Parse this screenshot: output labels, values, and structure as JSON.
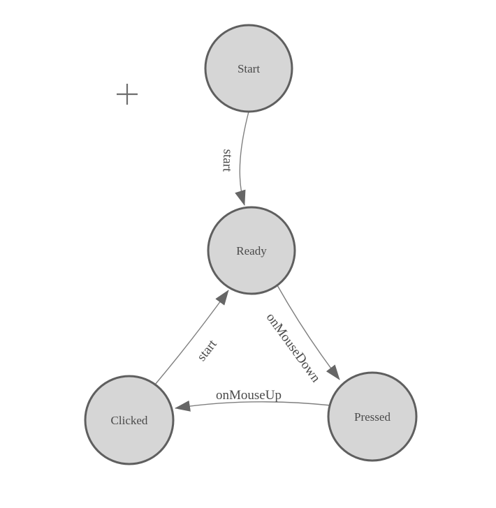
{
  "diagram": {
    "type": "state-machine",
    "background_color": "#ffffff",
    "colors": {
      "node_fill": "#d6d6d6",
      "node_stroke": "#5f5f5f",
      "edge_stroke": "#7f7f7f",
      "arrowhead": "#666666",
      "text": "#4a4a4a",
      "crosshair": "#6e6e6e"
    },
    "nodes": [
      {
        "id": "start",
        "label": "Start"
      },
      {
        "id": "ready",
        "label": "Ready"
      },
      {
        "id": "clicked",
        "label": "Clicked"
      },
      {
        "id": "pressed",
        "label": "Pressed"
      }
    ],
    "edges": [
      {
        "from": "Start",
        "to": "Ready",
        "label": "start"
      },
      {
        "from": "Ready",
        "to": "Pressed",
        "label": "onMouseDown"
      },
      {
        "from": "Pressed",
        "to": "Clicked",
        "label": "onMouseUp"
      },
      {
        "from": "Clicked",
        "to": "Ready",
        "label": "start"
      }
    ],
    "crosshair_marker": "+"
  }
}
